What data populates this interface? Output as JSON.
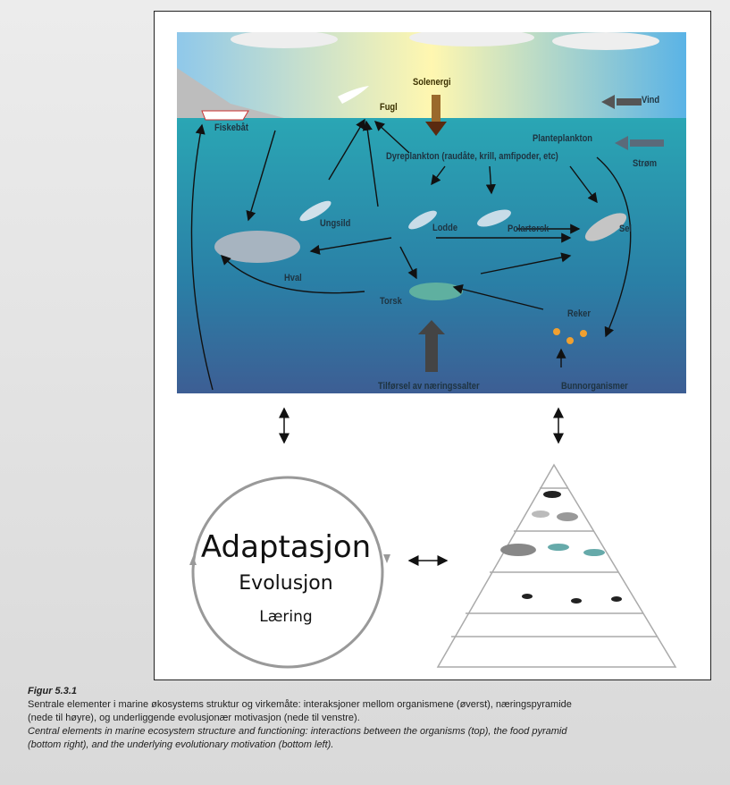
{
  "scene": {
    "sun": "Solenergi",
    "bird": "Fugl",
    "wind": "Vind",
    "boat": "Fiskebåt",
    "phyto": "Planteplankton",
    "zoo": "Dyreplankton  (raudåte, krill, amfipoder, etc)",
    "current": "Strøm",
    "herring": "Ungsild",
    "capelin": "Lodde",
    "polarcod": "Polartorsk",
    "seal": "Sel",
    "whale": "Hval",
    "cod": "Torsk",
    "shrimp": "Reker",
    "nutrients": "Tilførsel av næringssalter",
    "benthos": "Bunnorganismer"
  },
  "cycle": {
    "main": "Adaptasjon",
    "second": "Evolusjon",
    "third": "Læring"
  },
  "caption": {
    "title": "Figur 5.3.1",
    "no": "Sentrale elementer i marine økosystems struktur og virkemåte: interaksjoner mellom organismene (øverst), næringspyramide (nede til høyre), og underliggende evolusjonær motivasjon (nede til venstre).",
    "en": "Central elements in marine ecosystem structure and functioning: interactions between the organisms (top), the food pyramid (bottom right), and the underlying evolutionary motivation (bottom left)."
  }
}
